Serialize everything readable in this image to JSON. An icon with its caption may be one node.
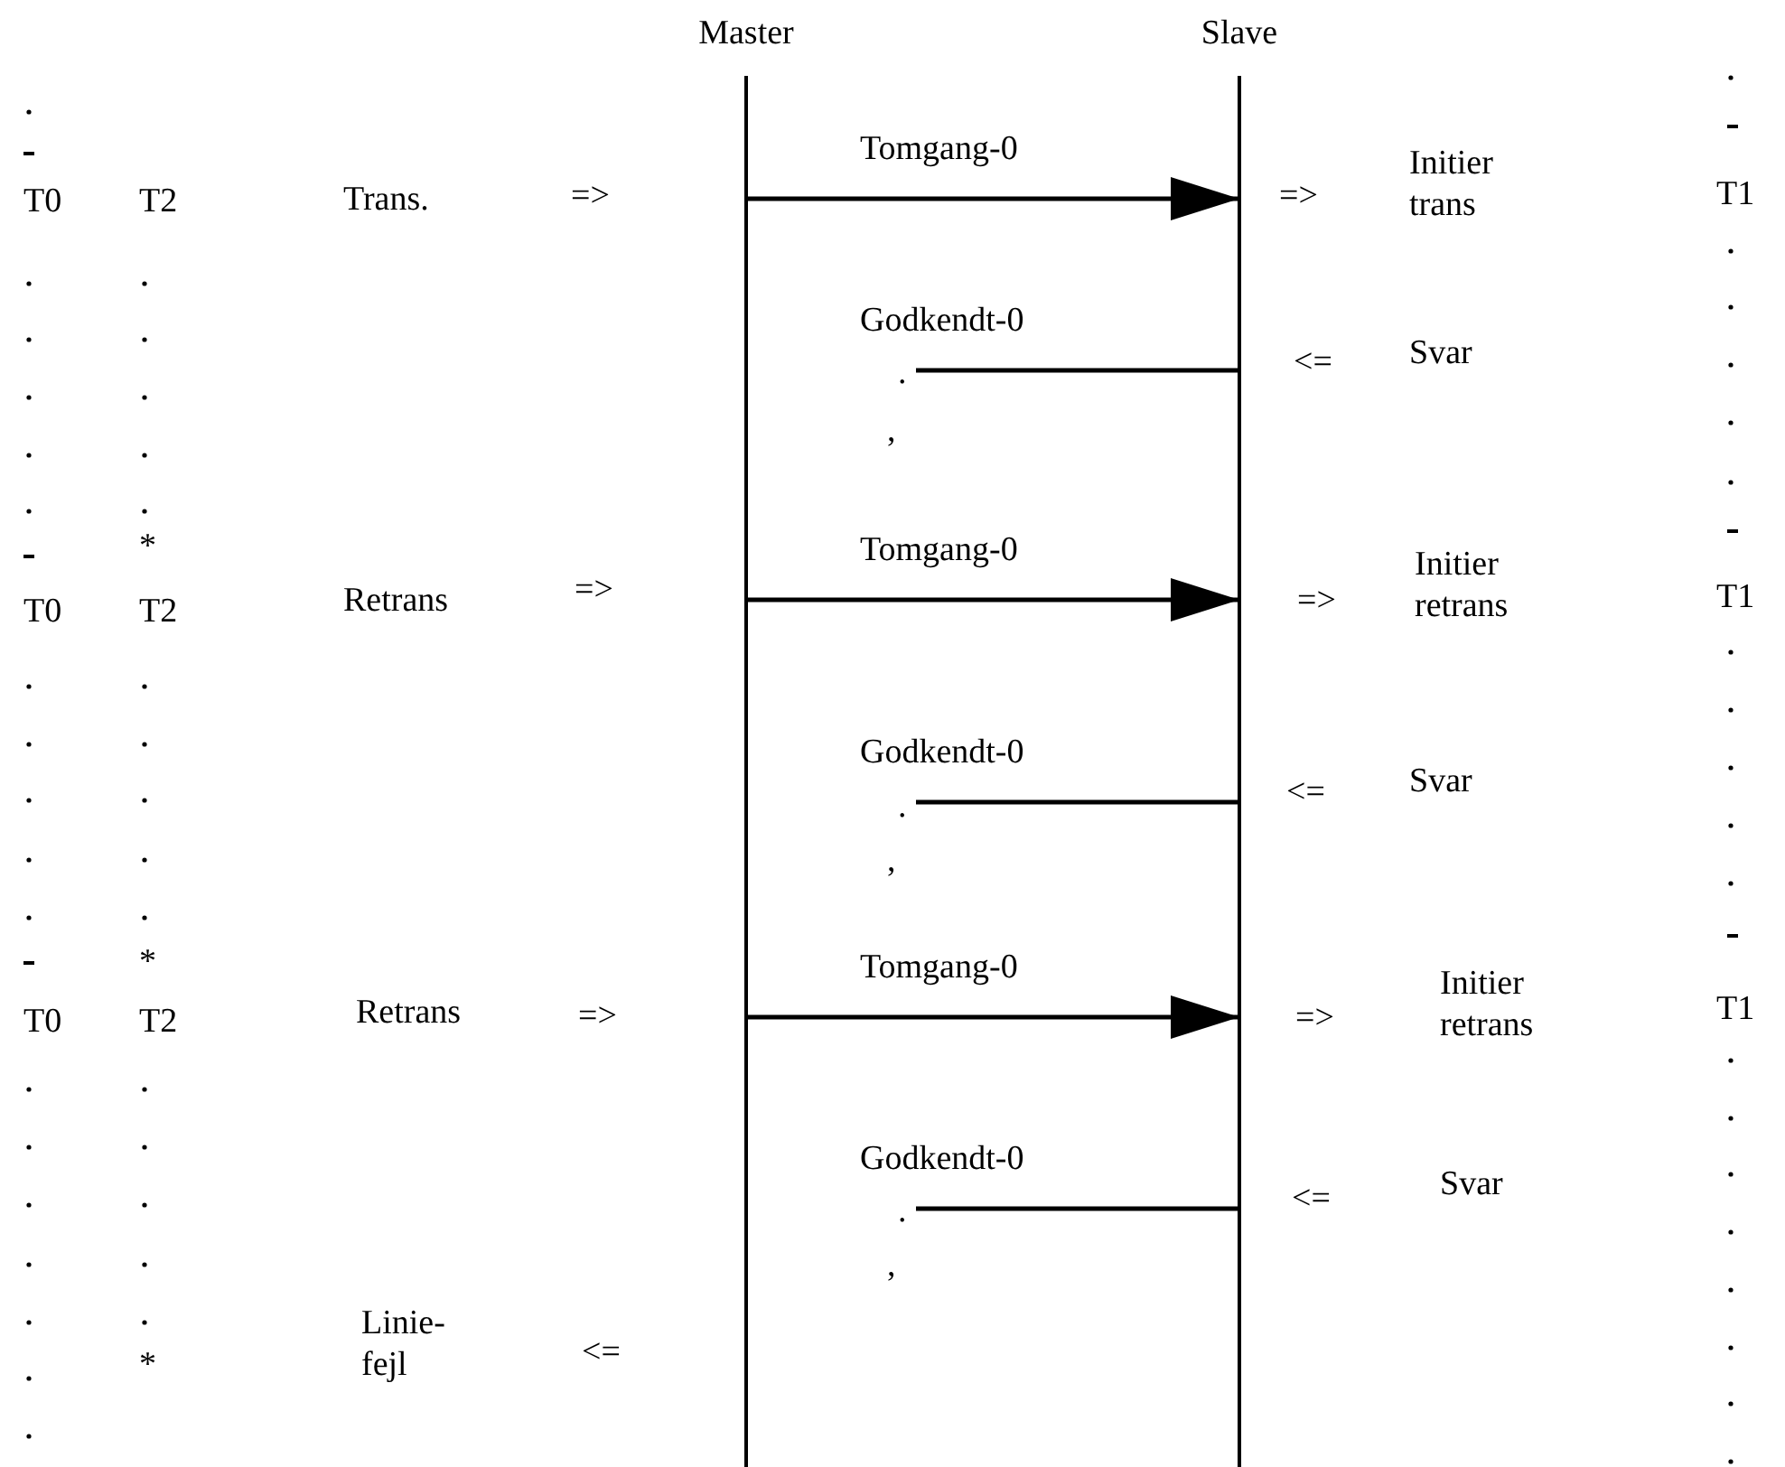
{
  "diagram": {
    "nodes": [
      {
        "text": [
          "Master"
        ]
      },
      {
        "text": [
          "Slave"
        ]
      }
    ],
    "edges": [
      {
        "from": 0,
        "to": 1,
        "arrow": "to",
        "label": "Tomgang-0"
      },
      {
        "from": 1,
        "to": null,
        "arrow": "none",
        "label": "Godkendt-0"
      },
      {
        "from": 0,
        "to": 1,
        "arrow": "to",
        "label": "Tomgang-0"
      },
      {
        "from": 1,
        "to": null,
        "arrow": "none",
        "label": "Godkendt-0"
      },
      {
        "from": 0,
        "to": 1,
        "arrow": "to",
        "label": "Tomgang-0"
      },
      {
        "from": 1,
        "to": null,
        "arrow": "none",
        "label": "Godkendt-0"
      }
    ],
    "labels": [
      "T0",
      "T2",
      "Trans.",
      "=>",
      "=>",
      "Initier trans",
      "T1",
      "<=",
      "Svar",
      ".",
      ",",
      "*",
      "T0",
      "T2",
      "Retrans",
      "=>",
      "=>",
      "Initier retrans",
      "T1",
      "<=",
      "Svar",
      ".",
      ",",
      "*",
      "T0",
      "T2",
      "Retrans",
      "=>",
      "=>",
      "Initier retrans",
      "T1",
      "<=",
      "Svar",
      ".",
      ",",
      "Linie- fejl",
      "<=",
      "*"
    ]
  }
}
